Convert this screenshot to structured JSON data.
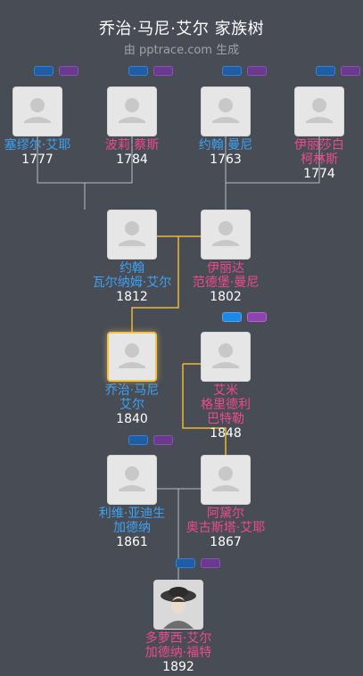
{
  "header": {
    "title": "乔治·马尼·艾尔 家族树",
    "subtitle": "由 pptrace.com 生成"
  },
  "people": [
    {
      "name1": "塞缪尔·艾耶",
      "name2": "",
      "name3": "",
      "year": "1777",
      "gender": "m"
    },
    {
      "name1": "波莉·蔡斯",
      "name2": "",
      "name3": "",
      "year": "1784",
      "gender": "f"
    },
    {
      "name1": "约翰·曼尼",
      "name2": "",
      "name3": "",
      "year": "1763",
      "gender": "m"
    },
    {
      "name1": "伊丽莎白",
      "name2": "柯林斯",
      "name3": "",
      "year": "1774",
      "gender": "f"
    },
    {
      "name1": "约翰",
      "name2": "瓦尔纳姆·艾尔",
      "name3": "",
      "year": "1812",
      "gender": "m"
    },
    {
      "name1": "伊丽达",
      "name2": "范德堡·曼尼",
      "name3": "",
      "year": "1802",
      "gender": "f"
    },
    {
      "name1": "乔治·马尼",
      "name2": "艾尔",
      "name3": "",
      "year": "1840",
      "gender": "m"
    },
    {
      "name1": "艾米",
      "name2": "格里德利",
      "name3": "巴特勒",
      "year": "1848",
      "gender": "f"
    },
    {
      "name1": "利维·亚迪生",
      "name2": "加德纳",
      "name3": "",
      "year": "1861",
      "gender": "m"
    },
    {
      "name1": "阿黛尔",
      "name2": "奥古斯塔·艾耶",
      "name3": "",
      "year": "1867",
      "gender": "f"
    },
    {
      "name1": "多萝西·艾尔",
      "name2": "加德纳·福特",
      "name3": "",
      "year": "1892",
      "gender": "f"
    }
  ],
  "colors": {
    "background": "#474c55",
    "male": "#3da2f4",
    "female": "#f04a8c",
    "selected_border": "#f2c24c",
    "connector": "#b8bcc4",
    "lineage": "#f2b531"
  }
}
